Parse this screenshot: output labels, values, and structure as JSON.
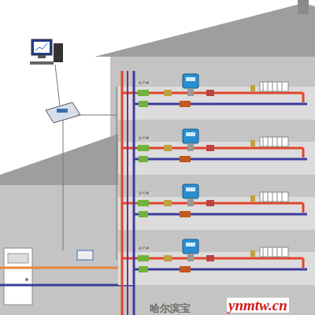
{
  "diagram": {
    "labels": [
      "锁闭阀",
      "锁闭阀",
      "锁闭阀",
      "锁闭阀",
      "哈尔滨宝",
      "ynmtw.cn"
    ]
  }
}
